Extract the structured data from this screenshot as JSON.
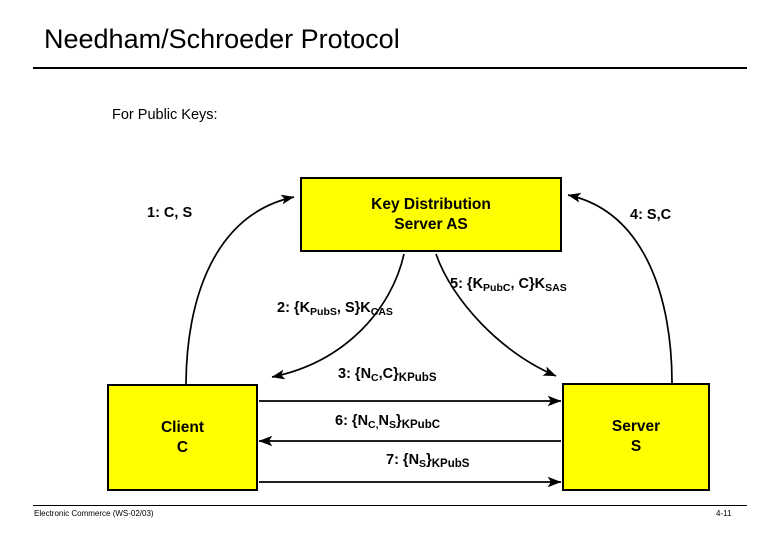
{
  "slide": {
    "title": "Needham/Schroeder Protocol",
    "subtitle": "For Public Keys:"
  },
  "entities": {
    "kds": {
      "line1": "Key Distribution",
      "line2": "Server AS"
    },
    "client": {
      "line1": "Client",
      "line2": "C"
    },
    "server": {
      "line1": "Server",
      "line2": "S"
    }
  },
  "messages": [
    {
      "id": "msg1",
      "number": "1",
      "text": "1: C, S",
      "from": "Client C",
      "to": "Key Distribution Server AS"
    },
    {
      "id": "msg2",
      "number": "2",
      "text": "2: {KPubS, S}KCAS",
      "from": "Key Distribution Server AS",
      "to": "Client C"
    },
    {
      "id": "msg3",
      "number": "3",
      "text": "3: {NC,C}KPubS",
      "from": "Client C",
      "to": "Server S"
    },
    {
      "id": "msg4",
      "number": "4",
      "text": "4: S,C",
      "from": "Server S",
      "to": "Key Distribution Server AS"
    },
    {
      "id": "msg5",
      "number": "5",
      "text": "5: {KPubC, C}KSAS",
      "from": "Key Distribution Server AS",
      "to": "Server S"
    },
    {
      "id": "msg6",
      "number": "6",
      "text": "6: {NC,NS}KPubC",
      "from": "Server S",
      "to": "Client C"
    },
    {
      "id": "msg7",
      "number": "7",
      "text": "7: {NS}KPubS",
      "from": "Client C",
      "to": "Server S"
    }
  ],
  "footer": {
    "course": "Electronic Commerce (WS-02/03)",
    "page": "4-11"
  },
  "colors": {
    "entity_fill": "#FFFF00",
    "line": "#000000",
    "background": "#FFFFFF",
    "text": "#000000"
  }
}
